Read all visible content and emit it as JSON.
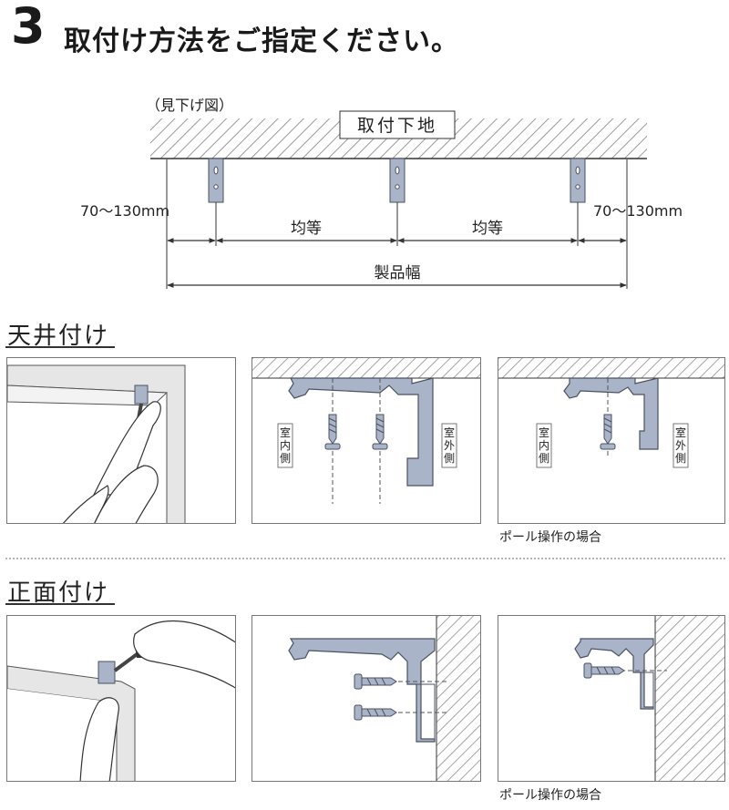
{
  "header": {
    "step_number": "3",
    "title": "取付け方法をご指定ください。"
  },
  "top_diagram": {
    "view_label": "（見下げ図）",
    "base_label": "取付下地",
    "left_margin": "70～130mm",
    "right_margin": "70～130mm",
    "equal_left": "均等",
    "equal_right": "均等",
    "product_width": "製品幅"
  },
  "ceiling_section": {
    "heading": "天井付け",
    "indoor_label": [
      "室",
      "内",
      "側"
    ],
    "outdoor_label": [
      "室",
      "外",
      "側"
    ],
    "pole_caption": "ポール操作の場合"
  },
  "front_section": {
    "heading": "正面付け",
    "pole_caption": "ポール操作の場合"
  },
  "colors": {
    "bracket": "#aab4c8",
    "bracket_stroke": "#4a5160",
    "hatch": "#9a9a9a",
    "line": "#333333"
  }
}
